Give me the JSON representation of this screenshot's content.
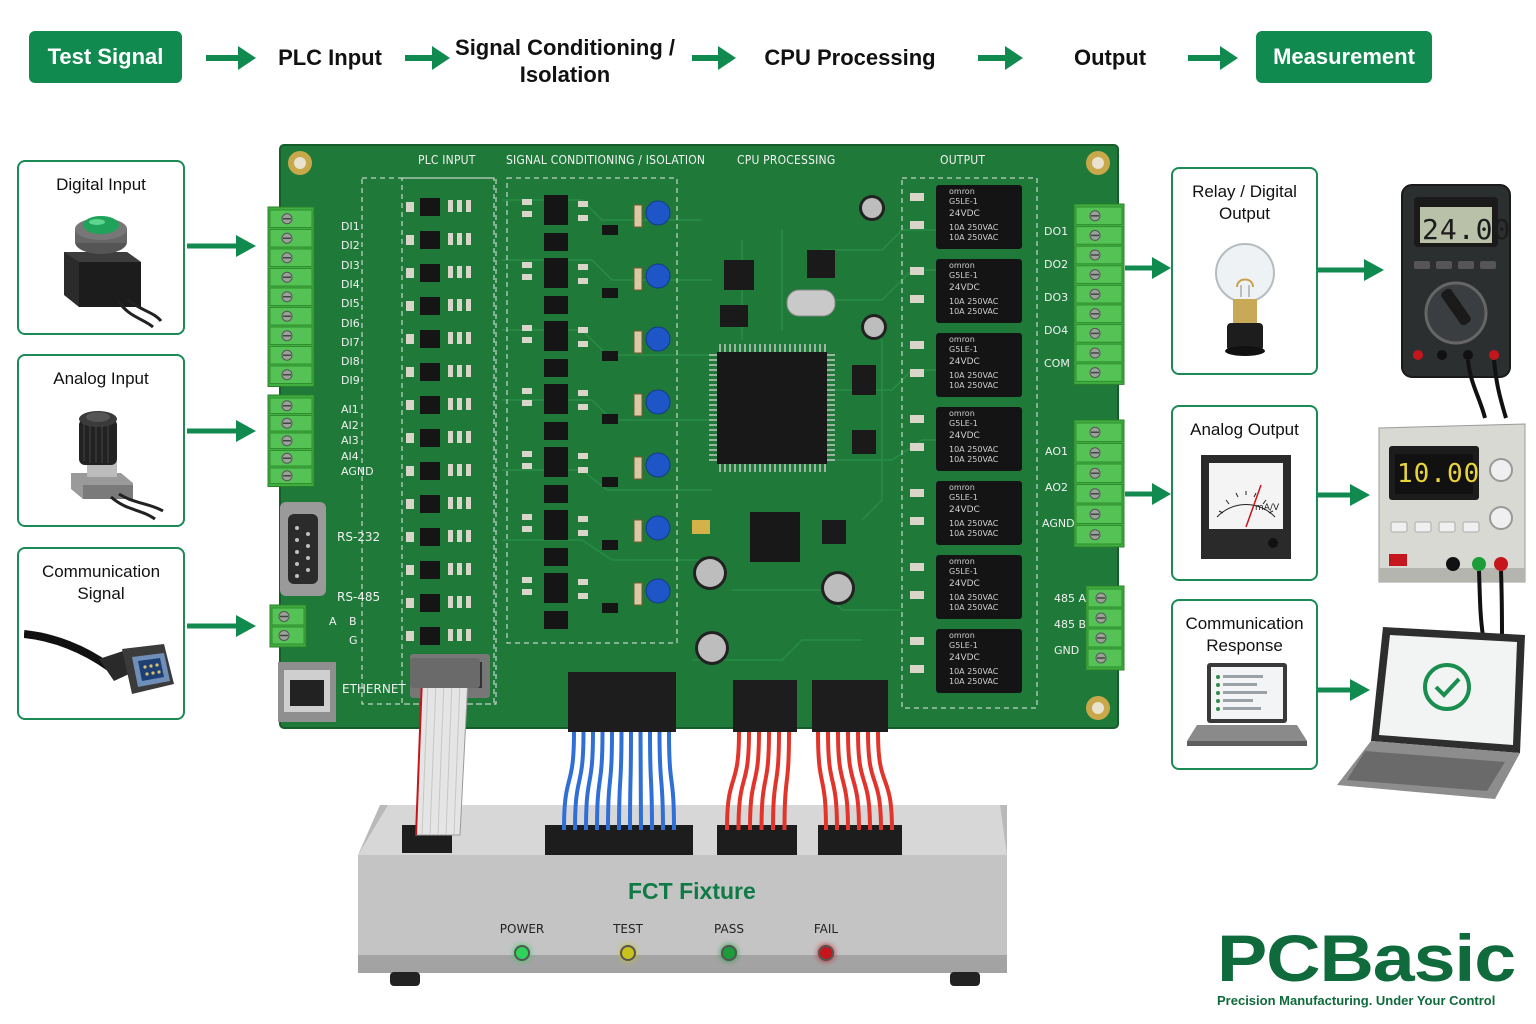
{
  "flow": {
    "steps": [
      "Test Signal",
      "PLC Input",
      "Signal Conditioning / Isolation",
      "CPU Processing",
      "Output",
      "Measurement"
    ]
  },
  "inputs": {
    "digital": "Digital Input",
    "analog": "Analog Input",
    "comm": "Communication Signal"
  },
  "outputs": {
    "relay": "Relay / Digital Output",
    "analog": "Analog Output",
    "comm": "Communication Response"
  },
  "board": {
    "sections": [
      "PLC INPUT",
      "SIGNAL CONDITIONING / ISOLATION",
      "CPU PROCESSING",
      "OUTPUT"
    ],
    "digital_inputs": [
      "DI1",
      "DI2",
      "DI3",
      "DI4",
      "DI5",
      "DI6",
      "DI7",
      "DI8",
      "DI9"
    ],
    "analog_inputs": [
      "AI1",
      "AI2",
      "AI3",
      "AI4",
      "AGND"
    ],
    "ports": {
      "rs232": "RS-232",
      "rs485": "RS-485",
      "ethernet": "ETHERNET",
      "a": "A",
      "b": "B",
      "g": "G"
    },
    "digital_outputs": [
      "DO1",
      "DO2",
      "DO3",
      "DO4",
      "COM"
    ],
    "analog_outputs": [
      "AO1",
      "AO2",
      "AGND"
    ],
    "comm_outputs": [
      "485 A",
      "485 B",
      "GND"
    ],
    "relay": {
      "brand": "omron",
      "model": "G5LE-1",
      "coil": "24VDC",
      "rating1": "10A 250VAC",
      "rating2": "10A 250VAC"
    }
  },
  "instruments": {
    "multimeter_reading": "24.00",
    "supply_reading": "10.00",
    "analog_meter_unit": "mA/V"
  },
  "fixture": {
    "title": "FCT Fixture",
    "leds": [
      {
        "label": "POWER",
        "color": "#2fd35a"
      },
      {
        "label": "TEST",
        "color": "#c9c21d"
      },
      {
        "label": "PASS",
        "color": "#1d9c3a"
      },
      {
        "label": "FAIL",
        "color": "#c4161c"
      }
    ]
  },
  "brand": {
    "logo": "PCBasic",
    "tagline": "Precision Manufacturing. Under Your Control"
  },
  "colors": {
    "accent": "#108a4f",
    "board": "#1f7a3a",
    "terminal": "#3fae3f"
  }
}
